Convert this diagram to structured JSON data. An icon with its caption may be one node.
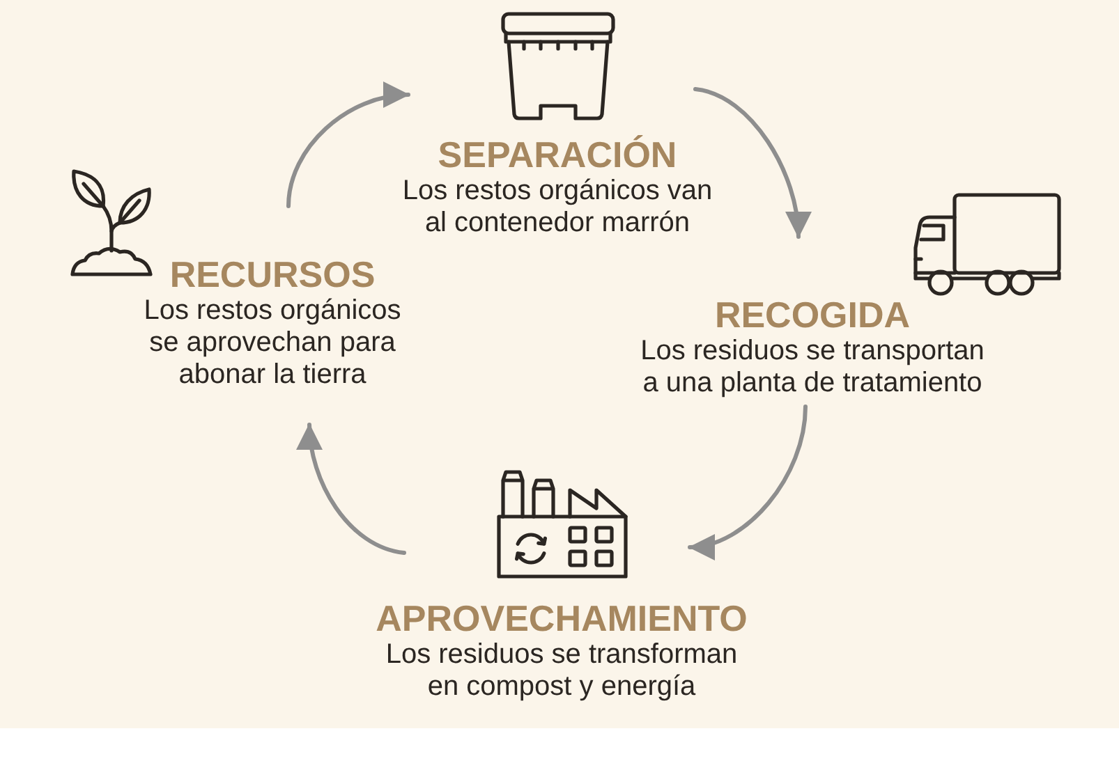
{
  "diagram": {
    "nodes": [
      {
        "text": [
          "SEPARACIÓN",
          "Los restos orgánicos van al contenedor marrón"
        ]
      },
      {
        "text": [
          "RECOGIDA",
          "Los residuos se transportan a una planta de tratamiento"
        ]
      },
      {
        "text": [
          "APROVECHAMIENTO",
          "Los residuos se transforman en compost y energía"
        ]
      },
      {
        "text": [
          "RECURSOS",
          "Los restos orgánicos se aprovechan para abonar la tierra"
        ]
      }
    ],
    "edges": [
      {
        "from": 0,
        "to": 1,
        "arrow": "to"
      },
      {
        "from": 1,
        "to": 2,
        "arrow": "to"
      },
      {
        "from": 2,
        "to": 3,
        "arrow": "to"
      },
      {
        "from": 3,
        "to": 0,
        "arrow": "to"
      }
    ]
  }
}
